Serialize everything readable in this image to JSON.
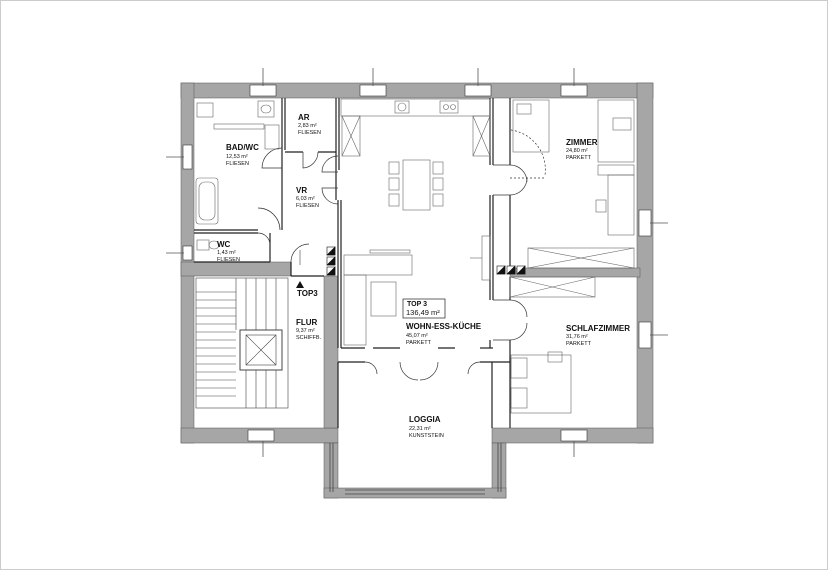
{
  "plan": {
    "apartment": {
      "id": "TOP 3",
      "area": "136,49 m²"
    },
    "top_marker": "TOP3",
    "rooms": {
      "bad": {
        "name": "BAD/WC",
        "area": "12,53 m²",
        "floor": "FLIESEN"
      },
      "ar": {
        "name": "AR",
        "area": "2,83 m²",
        "floor": "FLIESEN"
      },
      "vr": {
        "name": "VR",
        "area": "6,03 m²",
        "floor": "FLIESEN"
      },
      "wc": {
        "name": "WC",
        "area": "1,43 m²",
        "floor": "FLIESEN"
      },
      "wohn": {
        "name": "WOHN-ESS-KÜCHE",
        "area": "45,07 m²",
        "floor": "PARKETT"
      },
      "zimmer": {
        "name": "ZIMMER",
        "area": "24,80 m²",
        "floor": "PARKETT"
      },
      "schlaf": {
        "name": "SCHLAFZIMMER",
        "area": "31,76 m²",
        "floor": "PARKETT"
      },
      "flur": {
        "name": "FLUR",
        "area": "9,37 m²",
        "floor": "SCHIFFB."
      },
      "loggia": {
        "name": "LOGGIA",
        "area": "22,31 m²",
        "floor": "KUNSTSTEIN"
      }
    },
    "colors": {
      "wall": "#a6a6a6",
      "line": "#222222",
      "furniture": "#666666"
    }
  }
}
